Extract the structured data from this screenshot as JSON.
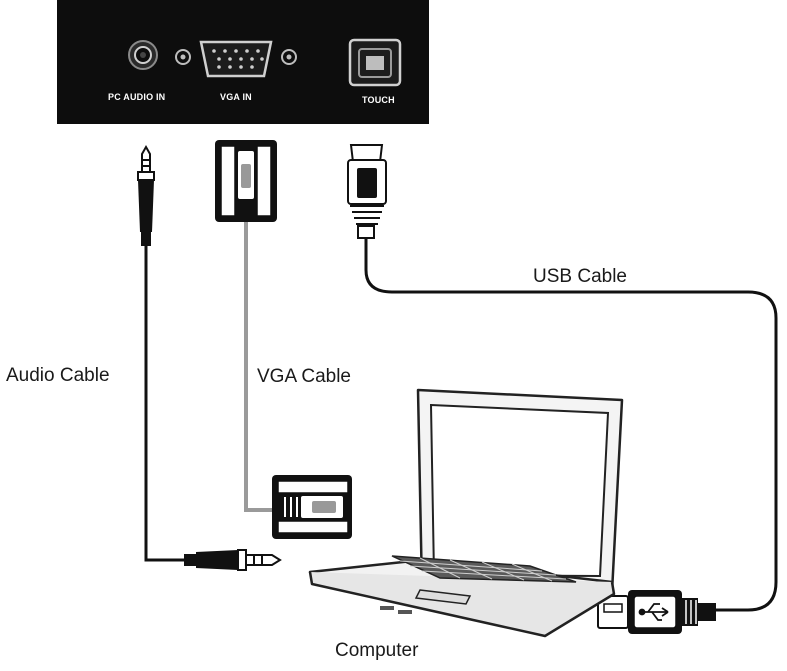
{
  "panel": {
    "ports": {
      "audio": "PC AUDIO IN",
      "vga": "VGA IN",
      "touch": "TOUCH"
    }
  },
  "cables": {
    "usb": "USB Cable",
    "audio": "Audio Cable",
    "vga": "VGA Cable"
  },
  "device": {
    "computer": "Computer"
  },
  "colors": {
    "panel": "#0d0d0d",
    "cable": "#111111",
    "vga_cable": "#9a9a9a"
  }
}
